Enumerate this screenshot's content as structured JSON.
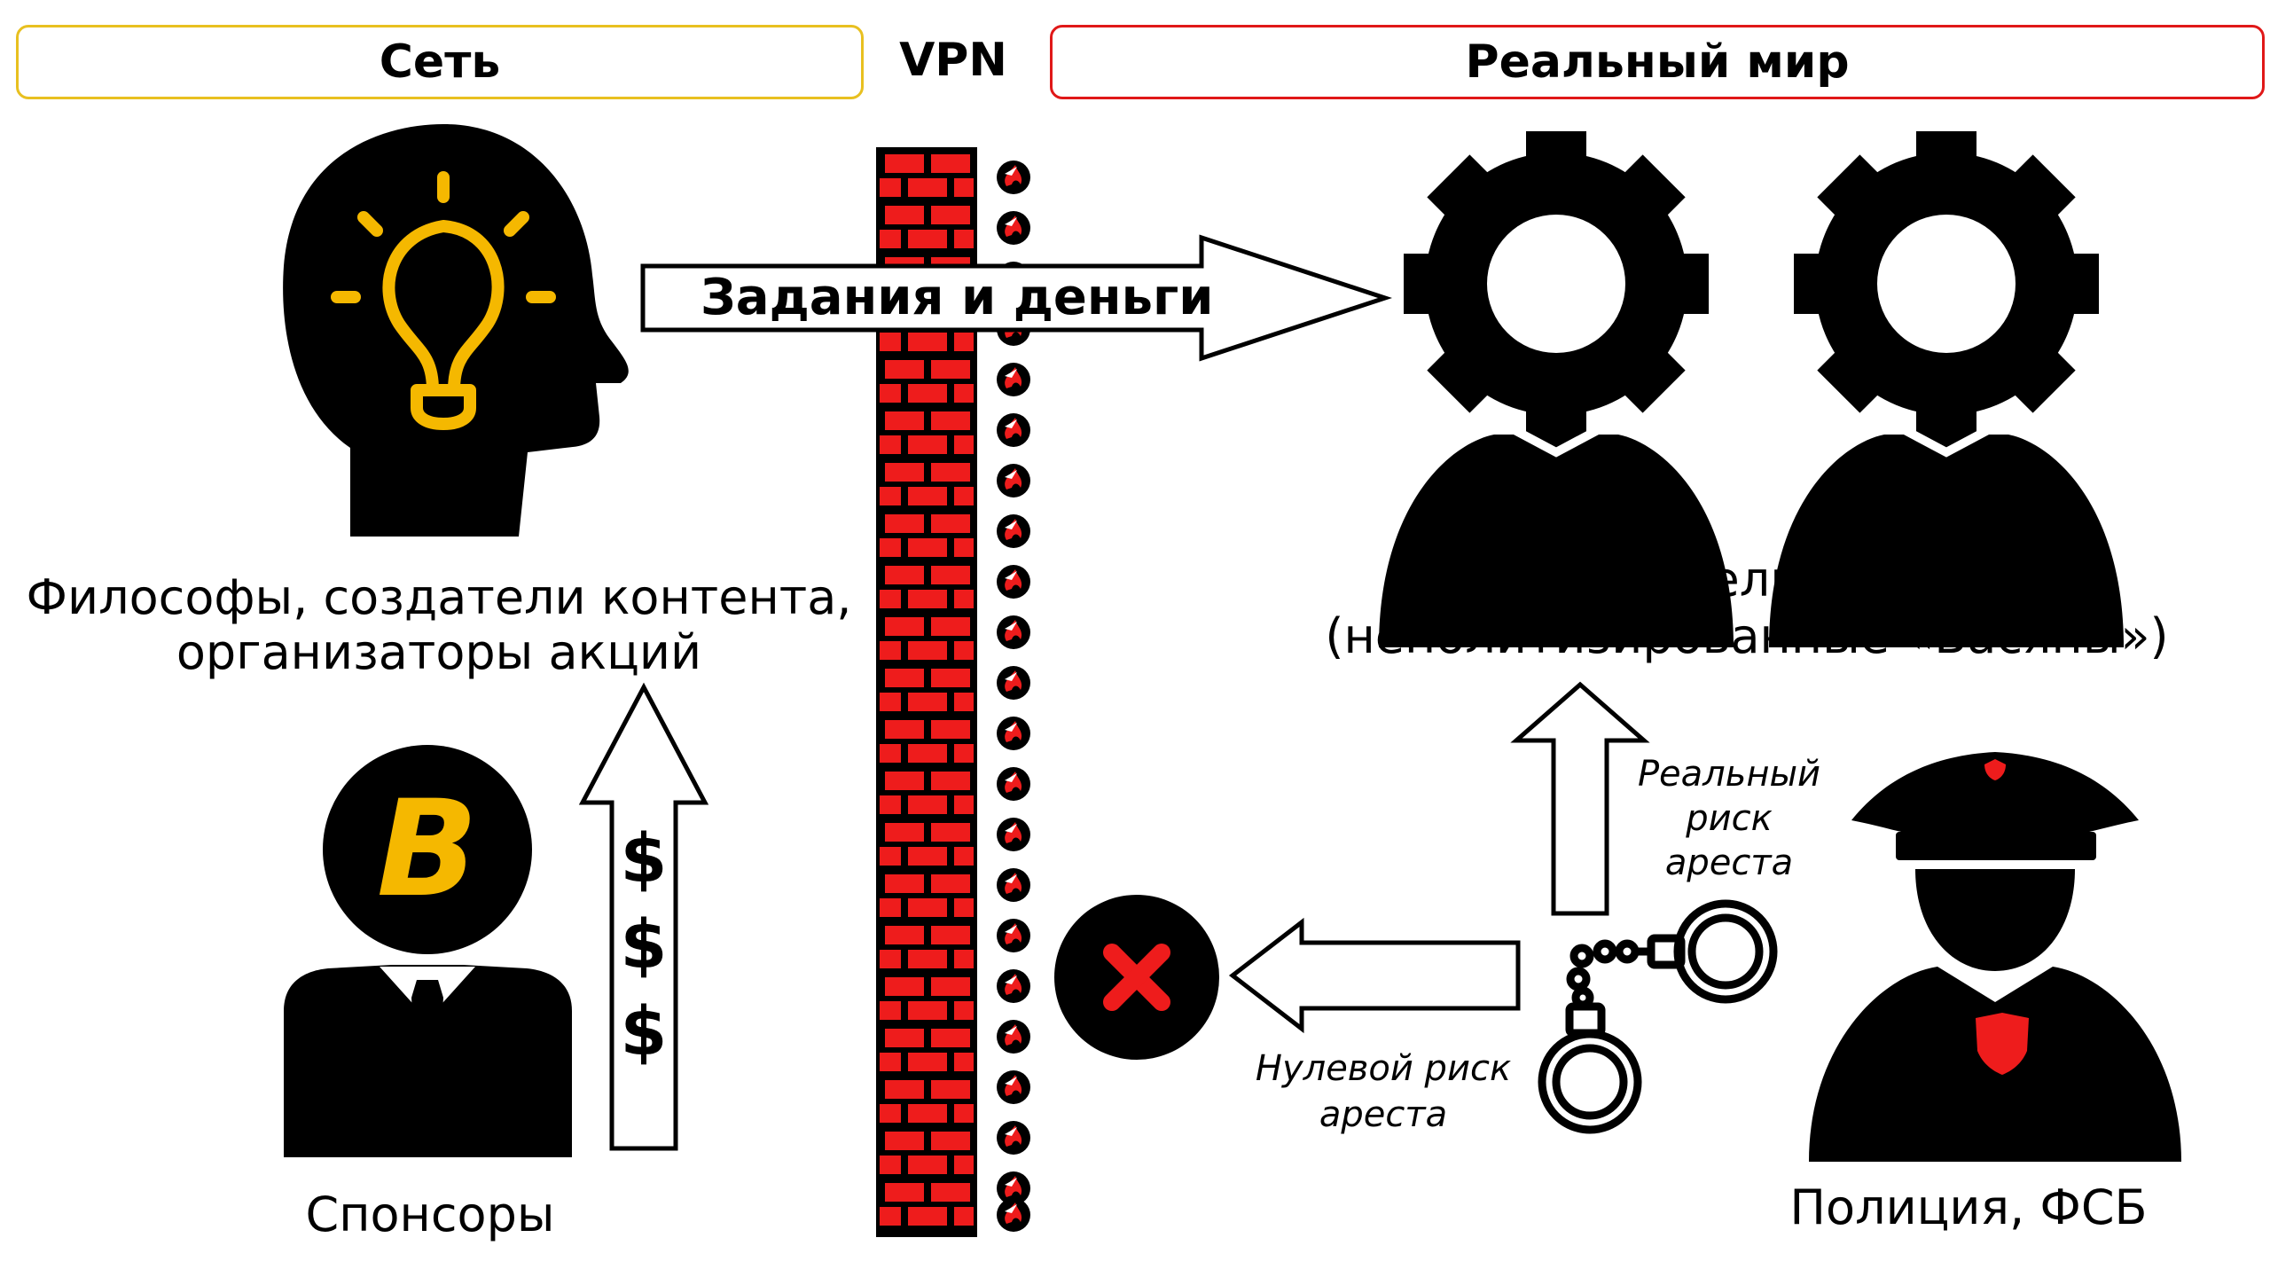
{
  "headers": {
    "net": "Сеть",
    "vpn": "VPN",
    "real_world": "Реальный мир"
  },
  "arrow_tasks_money": "Задания и деньги",
  "labels": {
    "philosophers_line1": "Философы, создатели контента,",
    "philosophers_line2": "организаторы акций",
    "executors_line1": "Исполнители заданий",
    "executors_line2": "(неполитизированные «Васяны»)",
    "sponsors": "Спонсоры",
    "police": "Полиция, ФСБ",
    "real_risk_line1": "Реальный",
    "real_risk_line2": "риск",
    "real_risk_line3": "ареста",
    "zero_risk_line1": "Нулевой риск",
    "zero_risk_line2": "ареста",
    "dollar": "$",
    "bitcoin": "B"
  },
  "colors": {
    "net_border": "#e8c020",
    "real_border": "#e01818",
    "accent_yellow": "#f5b800",
    "accent_red": "#ee1c1c",
    "black": "#000000"
  },
  "icons": [
    "head-lightbulb-icon",
    "bitcoin-sponsor-icon",
    "firewall-icon",
    "gear-head-icon",
    "cancel-x-icon",
    "handcuffs-icon",
    "police-officer-icon"
  ]
}
